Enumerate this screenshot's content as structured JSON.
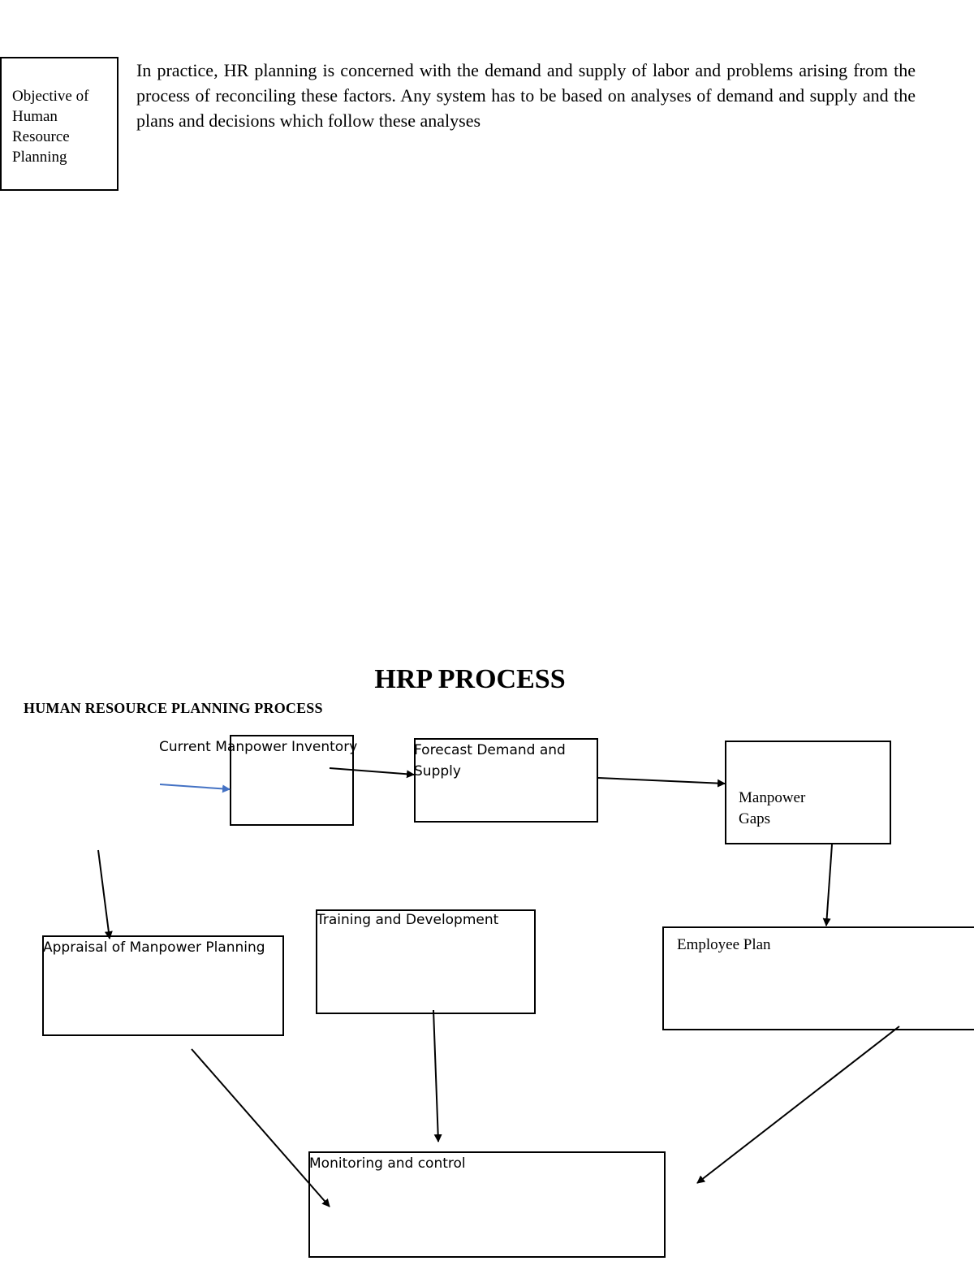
{
  "objective": {
    "label": "Objective of\nHuman\nResource\nPlanning",
    "paragraph": "In practice, HR planning is concerned with the demand and supply of labor and problems arising from the process of reconciling these factors. Any system has to be based on analyses of demand and supply and the plans and decisions which follow these analyses"
  },
  "diagram": {
    "title": "HRP PROCESS",
    "subtitle": "HUMAN RESOURCE PLANNING PROCESS",
    "nodes": {
      "inventory": "Current Manpower Inventory",
      "forecast_line1": "Forecast Demand and",
      "forecast_line2": "Supply",
      "gaps_line1": "Manpower",
      "gaps_line2": "Gaps",
      "employee_plan": "Employee Plan",
      "training": "Training and Development",
      "appraisal": "Appraisal of Manpower Planning",
      "monitoring": "Monitoring and control"
    },
    "colors": {
      "arrow": "#000000",
      "feedback_arrow": "#4472C4"
    }
  }
}
